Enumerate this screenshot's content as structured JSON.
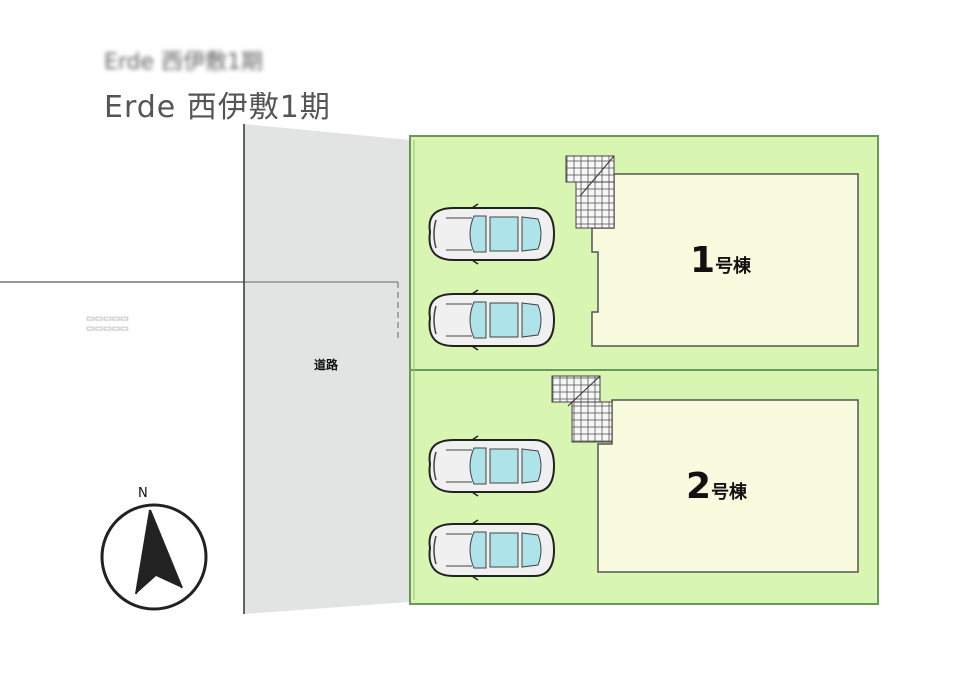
{
  "header": {
    "title": "Erde 西伊敷1期"
  },
  "road": {
    "label": "道路"
  },
  "lots": [
    {
      "number": "1",
      "suffix": "号棟",
      "parking_spaces": 2
    },
    {
      "number": "2",
      "suffix": "号棟",
      "parking_spaces": 2
    }
  ],
  "compass": {
    "label": "N"
  },
  "colors": {
    "lot_fill": "#d9f5b2",
    "lot_border": "#6a9a5a",
    "building_fill": "#f9fbdf",
    "road_fill": "#e2e4e3",
    "car_glass": "#aee3ea",
    "car_body": "#f0f0f0"
  },
  "icons": [
    "car-icon",
    "compass-icon",
    "grid-patch-icon"
  ]
}
